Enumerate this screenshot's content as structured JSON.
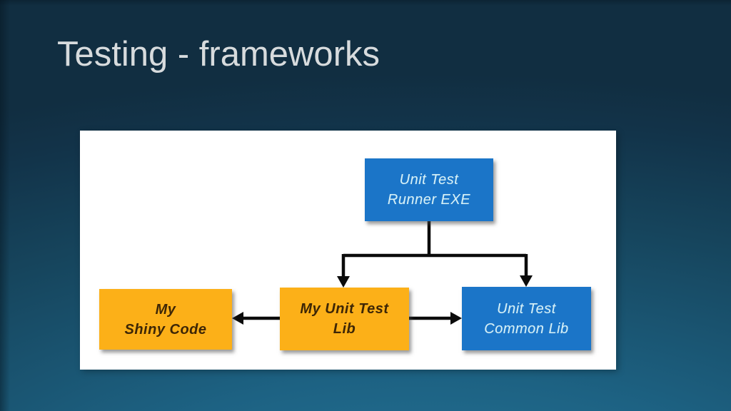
{
  "slide": {
    "title": "Testing - frameworks",
    "colors": {
      "background_top": "#112e41",
      "background_bottom": "#26769a",
      "panel": "#ffffff",
      "blue_node_fill": "#1b75c8",
      "blue_node_text": "#d6f1f7",
      "orange_node_fill": "#fcb018",
      "orange_node_text": "#3d2606",
      "connector": "#0b0b0b",
      "title_text": "#d7dbdd"
    },
    "diagram": {
      "nodes": [
        {
          "id": "unit-test-runner",
          "type": "blue",
          "lines": [
            "Unit Test",
            "Runner EXE"
          ]
        },
        {
          "id": "my-shiny-code",
          "type": "orange",
          "lines": [
            "My",
            "Shiny Code"
          ]
        },
        {
          "id": "my-unit-test-lib",
          "type": "orange",
          "lines": [
            "My Unit Test",
            "Lib"
          ]
        },
        {
          "id": "unit-test-common",
          "type": "blue",
          "lines": [
            "Unit Test",
            "Common Lib"
          ]
        }
      ],
      "edges": [
        {
          "from": "unit-test-runner",
          "to": "my-unit-test-lib",
          "arrow": "down"
        },
        {
          "from": "unit-test-runner",
          "to": "unit-test-common",
          "arrow": "down"
        },
        {
          "from": "my-unit-test-lib",
          "to": "my-shiny-code",
          "arrow": "left"
        },
        {
          "from": "my-unit-test-lib",
          "to": "unit-test-common",
          "arrow": "right"
        }
      ]
    }
  }
}
